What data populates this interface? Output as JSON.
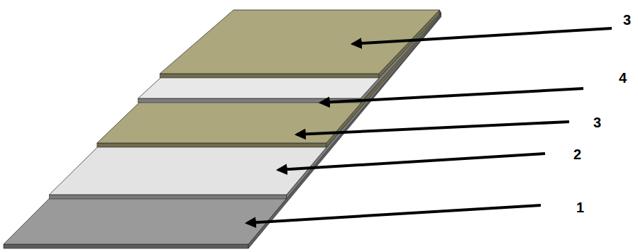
{
  "diagram": {
    "labels": [
      "3",
      "4",
      "3",
      "2",
      "1"
    ]
  }
}
